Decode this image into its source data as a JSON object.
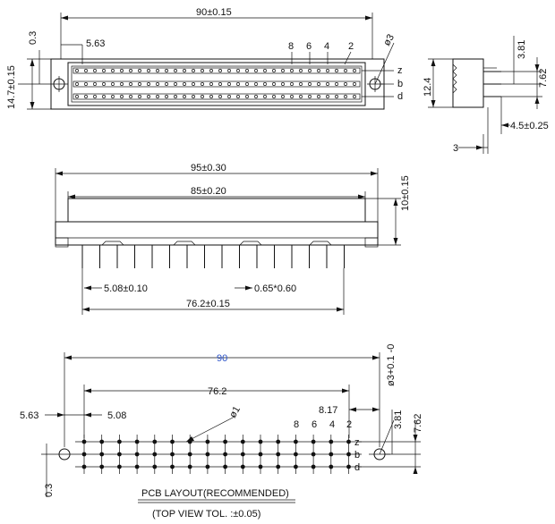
{
  "top_view": {
    "dim_width": "90±0.15",
    "dim_offset": "5.63",
    "dim_hole": "0.3",
    "dim_height": "14.7±0.15",
    "dim_hole_dia": "ø3",
    "pin_numbers": [
      "8",
      "6",
      "4",
      "2"
    ],
    "row_labels": [
      "z",
      "b",
      "d"
    ]
  },
  "side_view": {
    "dim_height": "12.4",
    "dim_a": "3.81",
    "dim_b": "7.62",
    "dim_c": "4.5±0.25",
    "dim_d": "3"
  },
  "front_view": {
    "dim_overall": "95±0.30",
    "dim_body": "85±0.20",
    "dim_height": "10±0.15",
    "dim_pitch": "5.08±0.10",
    "dim_pin": "0.65*0.60",
    "dim_span": "76.2±0.15"
  },
  "pcb_layout": {
    "dim_width": "90",
    "dim_span": "76.2",
    "dim_left": "5.63",
    "dim_pitch": "5.08",
    "dim_right": "8.17",
    "dim_hole": "ø1",
    "dim_mount": "ø3+0.1 -0",
    "dim_row1": "3.81",
    "dim_row2": "7.62",
    "dim_bottom": "0.3",
    "pin_numbers": [
      "8",
      "6",
      "4",
      "2"
    ],
    "row_labels": [
      "z",
      "b",
      "d"
    ],
    "title": "PCB LAYOUT(RECOMMENDED)",
    "subtitle": "(TOP VIEW TOL. :±0.05)"
  }
}
